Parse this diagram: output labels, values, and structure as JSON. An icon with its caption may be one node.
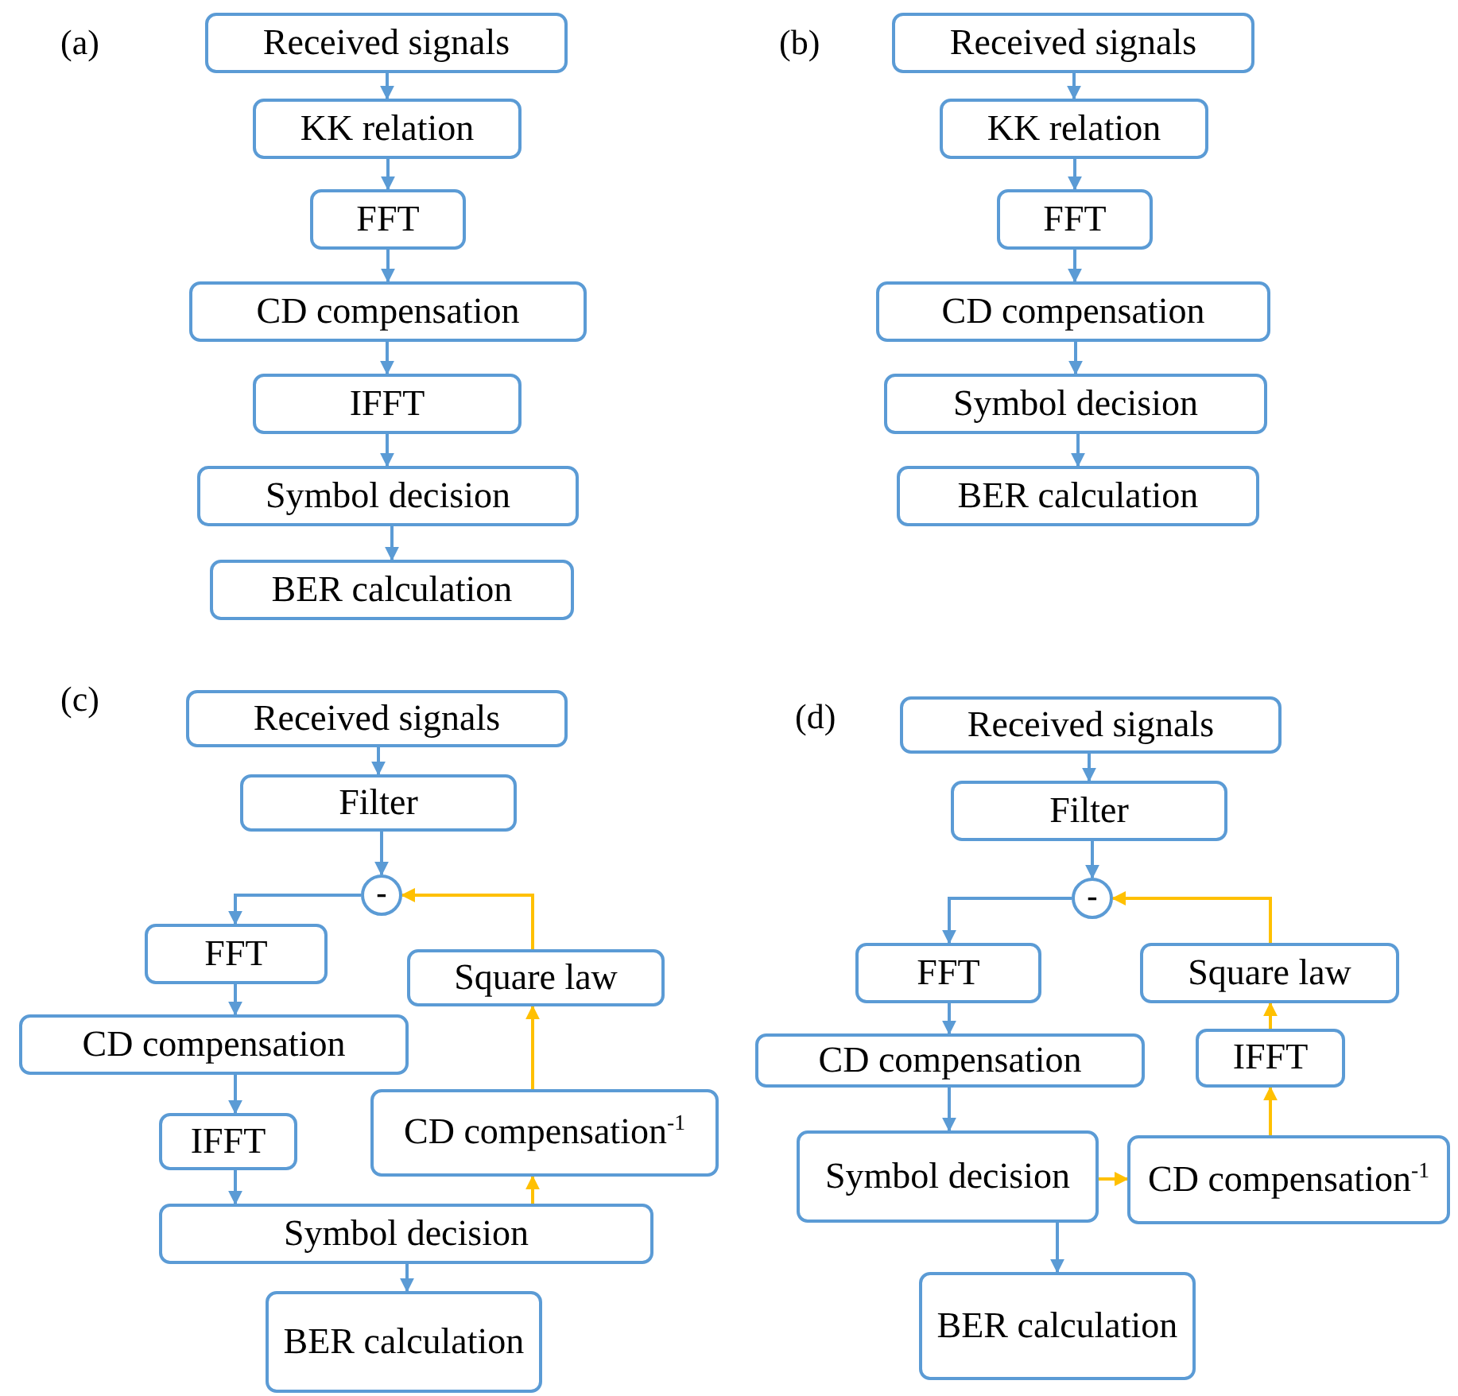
{
  "diagram": {
    "nodes": [
      {
        "text": [
          "Received signals"
        ]
      },
      {
        "text": [
          "KK relation"
        ]
      },
      {
        "text": [
          "FFT"
        ]
      },
      {
        "text": [
          "CD compensation"
        ]
      },
      {
        "text": [
          "IFFT"
        ]
      },
      {
        "text": [
          "Symbol decision"
        ]
      },
      {
        "text": [
          "BER calculation"
        ]
      },
      {
        "text": [
          "Received signals"
        ]
      },
      {
        "text": [
          "KK relation"
        ]
      },
      {
        "text": [
          "FFT"
        ]
      },
      {
        "text": [
          "CD compensation"
        ]
      },
      {
        "text": [
          "Symbol decision"
        ]
      },
      {
        "text": [
          "BER calculation"
        ]
      },
      {
        "text": [
          "Received signals"
        ]
      },
      {
        "text": [
          "Filter"
        ]
      },
      {
        "text": [
          "-"
        ]
      },
      {
        "text": [
          "FFT"
        ]
      },
      {
        "text": [
          "Square law"
        ]
      },
      {
        "text": [
          "CD compensation"
        ]
      },
      {
        "text": [
          "CD compensation$^{-1}$"
        ]
      },
      {
        "text": [
          "IFFT"
        ]
      },
      {
        "text": [
          "Symbol decision"
        ]
      },
      {
        "text": [
          "BER calculation"
        ]
      },
      {
        "text": [
          "Received signals"
        ]
      },
      {
        "text": [
          "Filter"
        ]
      },
      {
        "text": [
          "-"
        ]
      },
      {
        "text": [
          "FFT"
        ]
      },
      {
        "text": [
          "Square law"
        ]
      },
      {
        "text": [
          "CD compensation"
        ]
      },
      {
        "text": [
          "IFFT"
        ]
      },
      {
        "text": [
          "Symbol decision"
        ]
      },
      {
        "text": [
          "CD compensation$^{-1}$"
        ]
      },
      {
        "text": [
          "BER calculation"
        ]
      }
    ],
    "edges": [
      {
        "from": 0,
        "to": 1,
        "arrow": "to"
      },
      {
        "from": 1,
        "to": 2,
        "arrow": "to"
      },
      {
        "from": 2,
        "to": 3,
        "arrow": "to"
      },
      {
        "from": 3,
        "to": 4,
        "arrow": "to"
      },
      {
        "from": 4,
        "to": 5,
        "arrow": "to"
      },
      {
        "from": 5,
        "to": 6,
        "arrow": "to"
      },
      {
        "from": 7,
        "to": 8,
        "arrow": "to"
      },
      {
        "from": 8,
        "to": 9,
        "arrow": "to"
      },
      {
        "from": 9,
        "to": 10,
        "arrow": "to"
      },
      {
        "from": 10,
        "to": 11,
        "arrow": "to"
      },
      {
        "from": 11,
        "to": 12,
        "arrow": "to"
      },
      {
        "from": 13,
        "to": 14,
        "arrow": "to"
      },
      {
        "from": 14,
        "to": 15,
        "arrow": "to"
      },
      {
        "from": 15,
        "to": 16,
        "arrow": "to"
      },
      {
        "from": 16,
        "to": 18,
        "arrow": "to"
      },
      {
        "from": 18,
        "to": 20,
        "arrow": "to"
      },
      {
        "from": 20,
        "to": 21,
        "arrow": "to"
      },
      {
        "from": 21,
        "to": 22,
        "arrow": "to"
      },
      {
        "from": 21,
        "to": 19,
        "arrow": "to",
        "color": "#ffc000"
      },
      {
        "from": 19,
        "to": 17,
        "arrow": "to",
        "color": "#ffc000"
      },
      {
        "from": 17,
        "to": 15,
        "arrow": "to",
        "color": "#ffc000"
      },
      {
        "from": 23,
        "to": 24,
        "arrow": "to"
      },
      {
        "from": 24,
        "to": 25,
        "arrow": "to"
      },
      {
        "from": 25,
        "to": 26,
        "arrow": "to"
      },
      {
        "from": 26,
        "to": 28,
        "arrow": "to"
      },
      {
        "from": 28,
        "to": 30,
        "arrow": "to"
      },
      {
        "from": 30,
        "to": 32,
        "arrow": "to"
      },
      {
        "from": 30,
        "to": 31,
        "arrow": "to",
        "color": "#ffc000"
      },
      {
        "from": 31,
        "to": 29,
        "arrow": "to",
        "color": "#ffc000"
      },
      {
        "from": 29,
        "to": 27,
        "arrow": "to",
        "color": "#ffc000"
      },
      {
        "from": 27,
        "to": 25,
        "arrow": "to",
        "color": "#ffc000"
      }
    ],
    "labels": [
      "(a)",
      "(b)",
      "(c)",
      "(d)"
    ]
  }
}
